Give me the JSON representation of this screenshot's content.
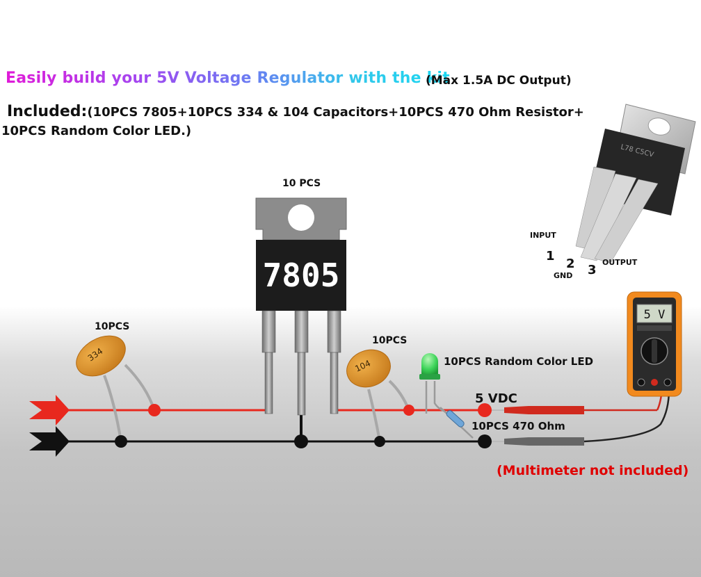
{
  "headline": "Easily build your 5V Voltage Regulator with the kit",
  "max_output": "(Max 1.5A DC Output)",
  "included_label": "Included:",
  "included_line1": "(10PCS 7805+10PCS 334 & 104 Capacitors+10PCS 470 Ohm Resistor+",
  "included_line2": "10PCS Random Color LED.)",
  "regulator": {
    "qty": "10 PCS",
    "part": "7805"
  },
  "capacitor_left": {
    "qty": "10PCS",
    "code": "334"
  },
  "capacitor_right": {
    "qty": "10PCS",
    "code": "104"
  },
  "led": {
    "label": "10PCS Random Color LED"
  },
  "output_label": "5 VDC",
  "resistor_label": "10PCS 470 Ohm",
  "multimeter": {
    "display": "5 V",
    "note": "(Multimeter not included)"
  },
  "pinout": {
    "input_label": "INPUT",
    "gnd_label": "GND",
    "output_label": "OUTPUT",
    "pin1": "1",
    "pin2": "2",
    "pin3": "3",
    "markings": "L78 C5CV"
  },
  "colors": {
    "positive_wire": "#e8281e",
    "ground_wire": "#111111",
    "capacitor": "#d9902c",
    "regulator_body": "#1e1e1e",
    "regulator_tab": "#8a8a8a",
    "led": "#2ec24a",
    "multimeter_case": "#f28a1e",
    "note_text": "#e00000"
  }
}
